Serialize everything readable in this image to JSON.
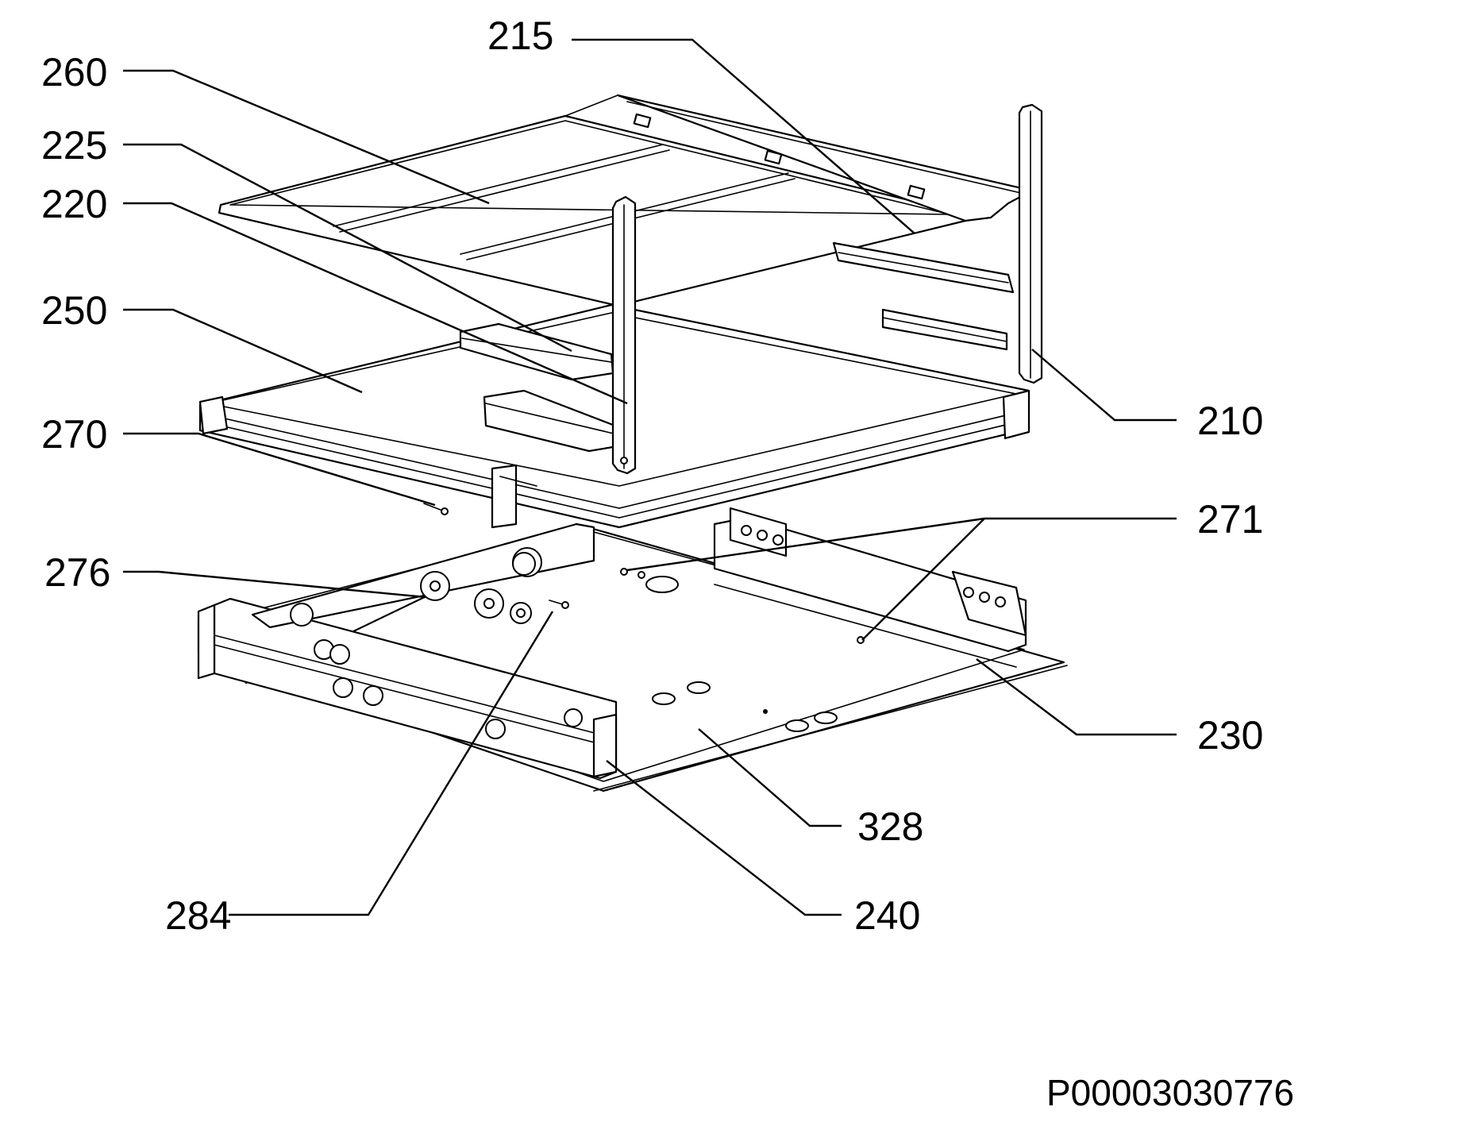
{
  "labels": [
    "260",
    "225",
    "220",
    "250",
    "270",
    "276",
    "284",
    "215",
    "210",
    "271",
    "230",
    "328",
    "240"
  ],
  "document_id": "P00003030776"
}
